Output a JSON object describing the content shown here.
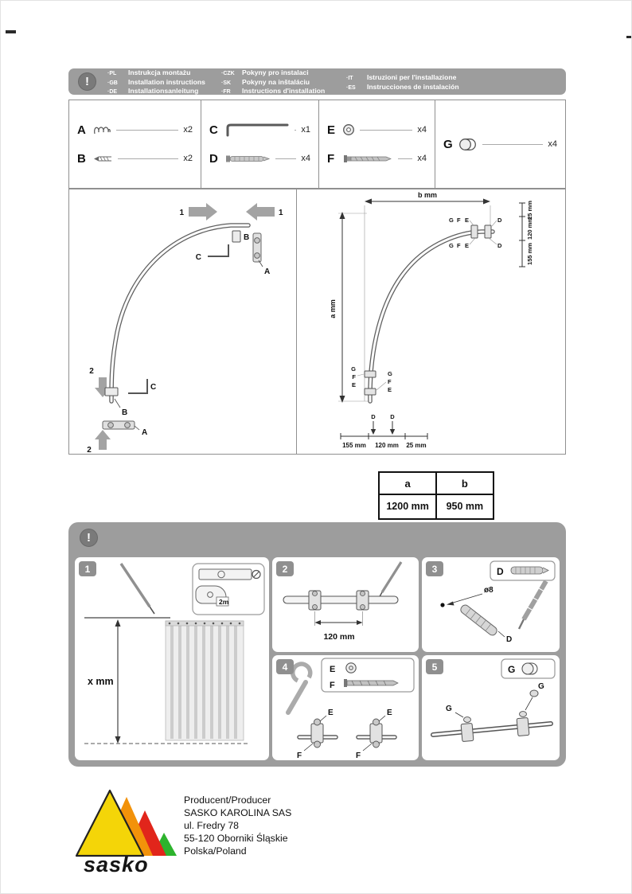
{
  "alert": "!",
  "header": {
    "languages": [
      {
        "code": "·PL",
        "text": "Instrukcja montażu"
      },
      {
        "code": "·GB",
        "text": "Installation instructions"
      },
      {
        "code": "·DE",
        "text": "Installationsanleitung"
      },
      {
        "code": "·CZK",
        "text": "Pokyny pro instalaci"
      },
      {
        "code": "·SK",
        "text": "Pokyny na inštaláciu"
      },
      {
        "code": "·FR",
        "text": "Instructions d'installation"
      },
      {
        "code": "·IT",
        "text": "Istruzioni per l'installazione"
      },
      {
        "code": "·ES",
        "text": "Instrucciones de instalación"
      }
    ]
  },
  "parts": {
    "items": [
      {
        "label": "A",
        "qty": "x2",
        "icon": "spring-hook"
      },
      {
        "label": "B",
        "qty": "x2",
        "icon": "grub-screw"
      },
      {
        "label": "C",
        "qty": "x1",
        "icon": "allen-key"
      },
      {
        "label": "D",
        "qty": "x4",
        "icon": "wall-plug"
      },
      {
        "label": "E",
        "qty": "x4",
        "icon": "washer"
      },
      {
        "label": "F",
        "qty": "x4",
        "icon": "screw"
      },
      {
        "label": "G",
        "qty": "x4",
        "icon": "cover-cap"
      }
    ]
  },
  "assembly": {
    "step1": "1",
    "step2": "2",
    "part_a": "A",
    "part_b": "B",
    "part_c": "C",
    "part_d": "D",
    "part_e": "E",
    "part_f": "F",
    "part_g": "G",
    "dim_a": "a mm",
    "dim_b": "b mm",
    "dim_155": "155 mm",
    "dim_120": "120 mm",
    "dim_25": "25 mm"
  },
  "size_table": {
    "headers": [
      "a",
      "b"
    ],
    "values": [
      "1200 mm",
      "950 mm"
    ]
  },
  "steps": {
    "step1": {
      "num": "1",
      "dim_x": "x mm",
      "tape": "2m"
    },
    "step2": {
      "num": "2",
      "dim": "120 mm"
    },
    "step3": {
      "num": "3",
      "part": "D",
      "drill": "ø8"
    },
    "step4": {
      "num": "4",
      "part_e": "E",
      "part_f": "F"
    },
    "step5": {
      "num": "5",
      "part_g": "G"
    }
  },
  "footer": {
    "brand": "sasko",
    "lines": [
      "Producent/Producer",
      "SASKO KAROLINA SAS",
      "ul. Fredry 78",
      "55-120 Oborniki Śląskie",
      "Polska/Poland"
    ]
  }
}
